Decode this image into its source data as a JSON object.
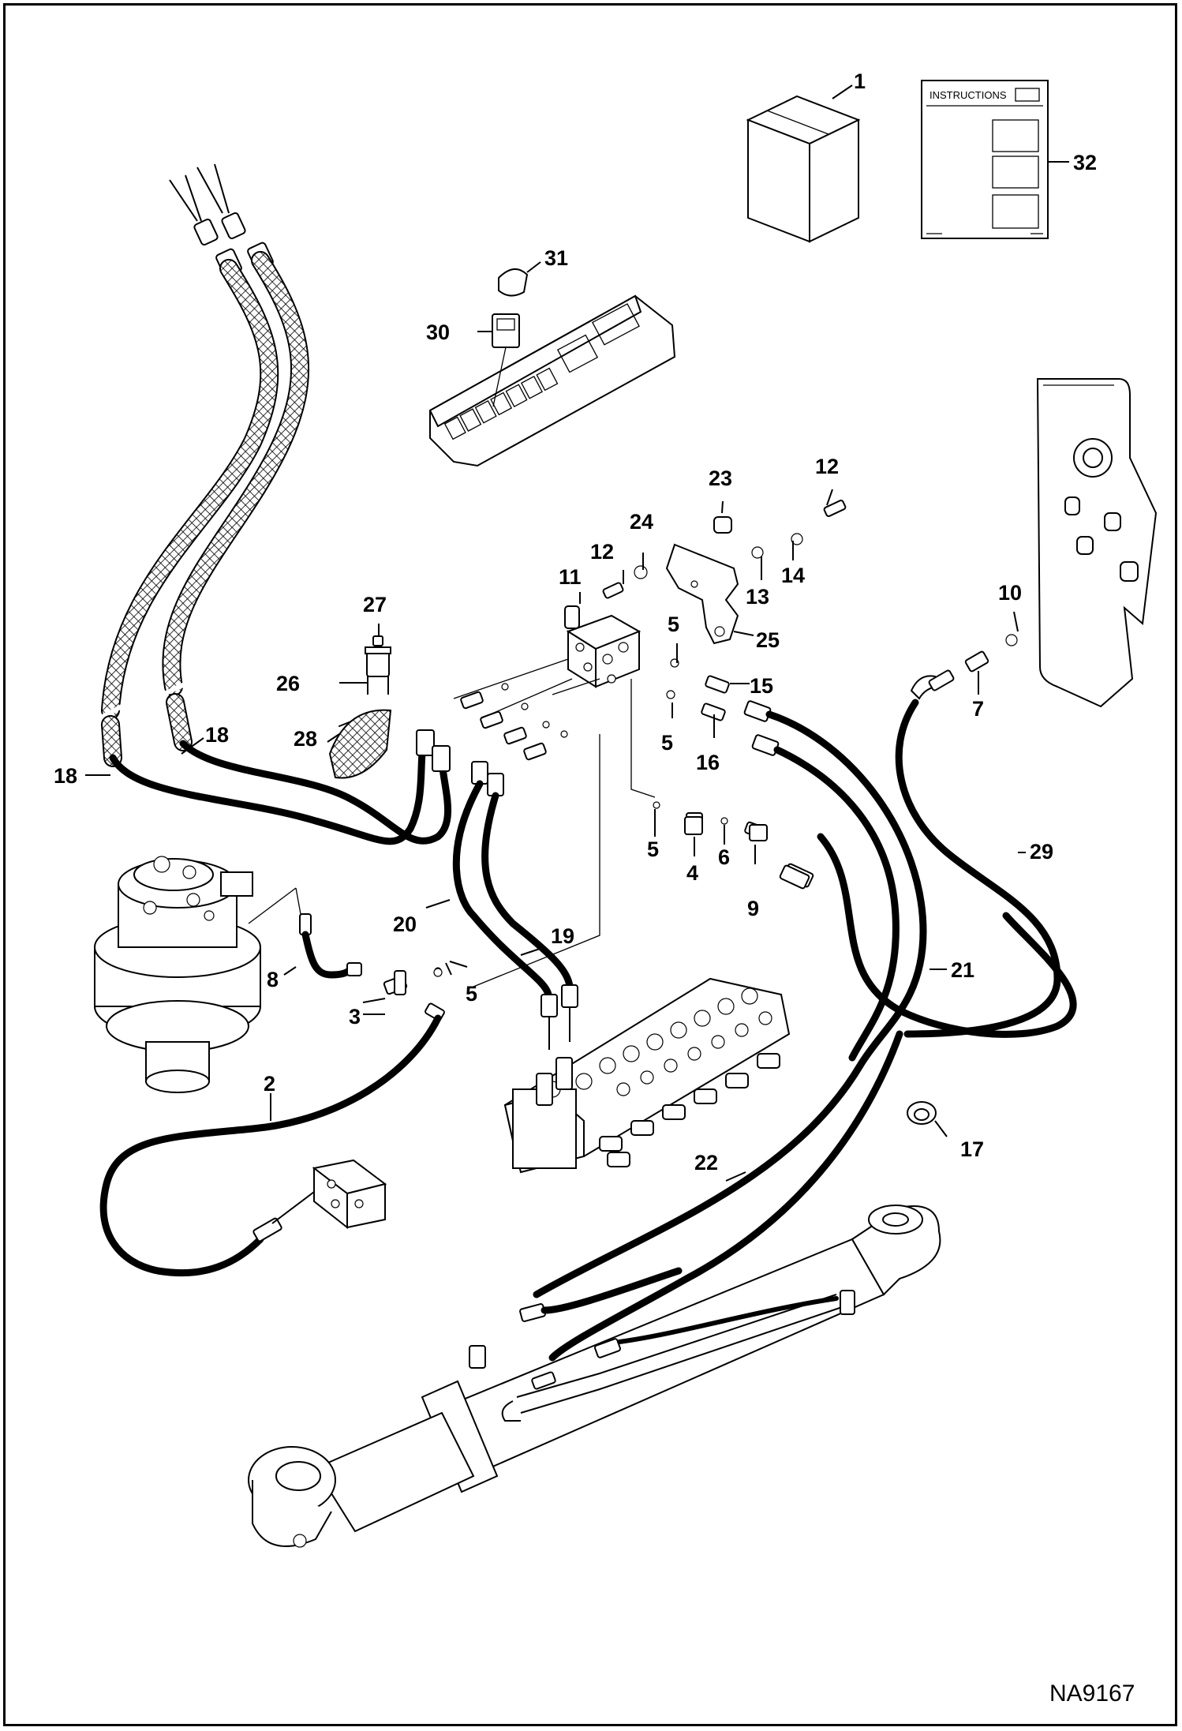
{
  "figure_code": "NA9167",
  "instructions_sheet": {
    "title": "INSTRUCTIONS"
  },
  "callouts": [
    "1",
    "2",
    "3",
    "4",
    "5",
    "6",
    "7",
    "8",
    "9",
    "10",
    "11",
    "12",
    "13",
    "14",
    "15",
    "16",
    "17",
    "18",
    "19",
    "20",
    "21",
    "22",
    "23",
    "24",
    "25",
    "26",
    "27",
    "28",
    "29",
    "30",
    "31",
    "32"
  ],
  "labels": {
    "c1": "1",
    "c2": "2",
    "c3": "3",
    "c4": "4",
    "c5a": "5",
    "c5b": "5",
    "c5c": "5",
    "c5d": "5",
    "c6": "6",
    "c7": "7",
    "c8": "8",
    "c9": "9",
    "c10": "10",
    "c11": "11",
    "c12a": "12",
    "c12b": "12",
    "c13": "13",
    "c14": "14",
    "c15": "15",
    "c16": "16",
    "c17": "17",
    "c18a": "18",
    "c18b": "18",
    "c19": "19",
    "c20": "20",
    "c21": "21",
    "c22": "22",
    "c23": "23",
    "c24": "24",
    "c25": "25",
    "c26": "26",
    "c27": "27",
    "c28": "28",
    "c29": "29",
    "c30": "30",
    "c31": "31",
    "c32": "32"
  }
}
